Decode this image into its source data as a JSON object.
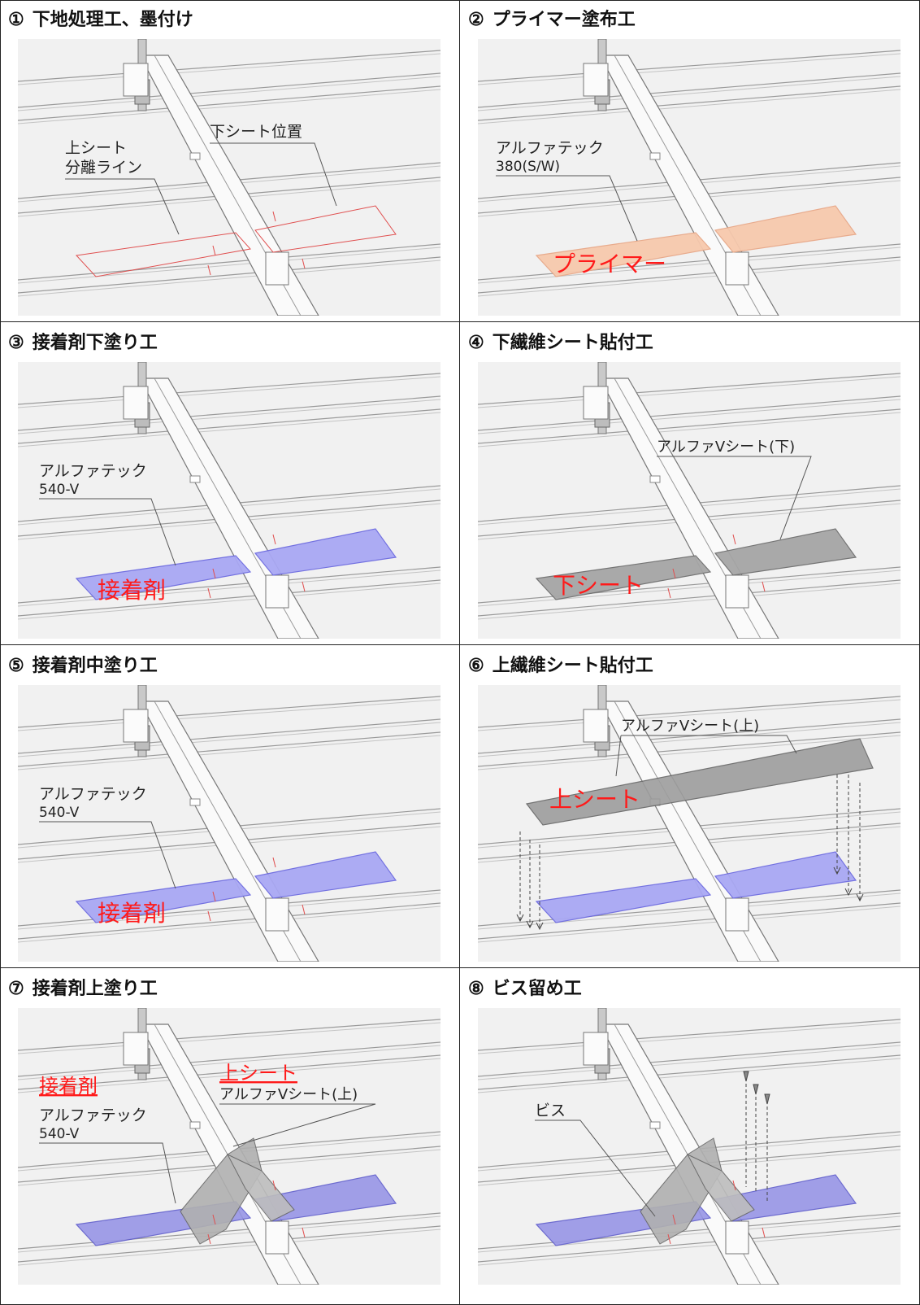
{
  "panels": [
    {
      "num": "①",
      "title": "下地処理工、墨付け",
      "variant": "layout",
      "labels": {
        "a1": "上シート",
        "a2": "分離ライン",
        "b": "下シート位置"
      }
    },
    {
      "num": "②",
      "title": "プライマー塗布工",
      "variant": "primer",
      "labels": {
        "a1": "アルファテック",
        "a2": "380(S/W)",
        "big": "プライマー"
      }
    },
    {
      "num": "③",
      "title": "接着剤下塗り工",
      "variant": "adhesive",
      "labels": {
        "a1": "アルファテック",
        "a2": "540-V",
        "big": "接着剤"
      }
    },
    {
      "num": "④",
      "title": "下繊維シート貼付工",
      "variant": "lowersheet",
      "labels": {
        "a1": "アルファVシート(下)",
        "big": "下シート"
      }
    },
    {
      "num": "⑤",
      "title": "接着剤中塗り工",
      "variant": "adhesive",
      "labels": {
        "a1": "アルファテック",
        "a2": "540-V",
        "big": "接着剤"
      }
    },
    {
      "num": "⑥",
      "title": "上繊維シート貼付工",
      "variant": "uppersheet",
      "labels": {
        "a1": "アルファVシート(上)",
        "big": "上シート"
      }
    },
    {
      "num": "⑦",
      "title": "接着剤上塗り工",
      "variant": "topcoat",
      "labels": {
        "red1": "接着剤",
        "a1": "アルファテック",
        "a2": "540-V",
        "red2": "上シート",
        "b": "アルファVシート(上)"
      }
    },
    {
      "num": "⑧",
      "title": "ビス留め工",
      "variant": "screws",
      "labels": {
        "a1": "ビス"
      }
    }
  ],
  "colors": {
    "grid_line": "#222222",
    "scene_bg": "#f1f1f1",
    "markline": "#e05050",
    "primer": "#f7c9ad",
    "adhesive": "#a9a8f4",
    "sheet": "#a6a6a6",
    "label_red": "#ff1a1a",
    "leader": "#555555"
  }
}
